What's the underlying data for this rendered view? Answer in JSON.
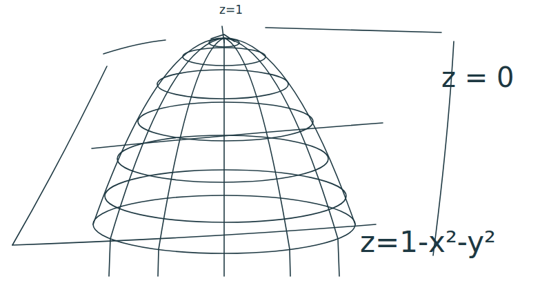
{
  "diagram": {
    "labels": [
      "z=1",
      "z = 0",
      "z=1-x²-y²"
    ]
  }
}
